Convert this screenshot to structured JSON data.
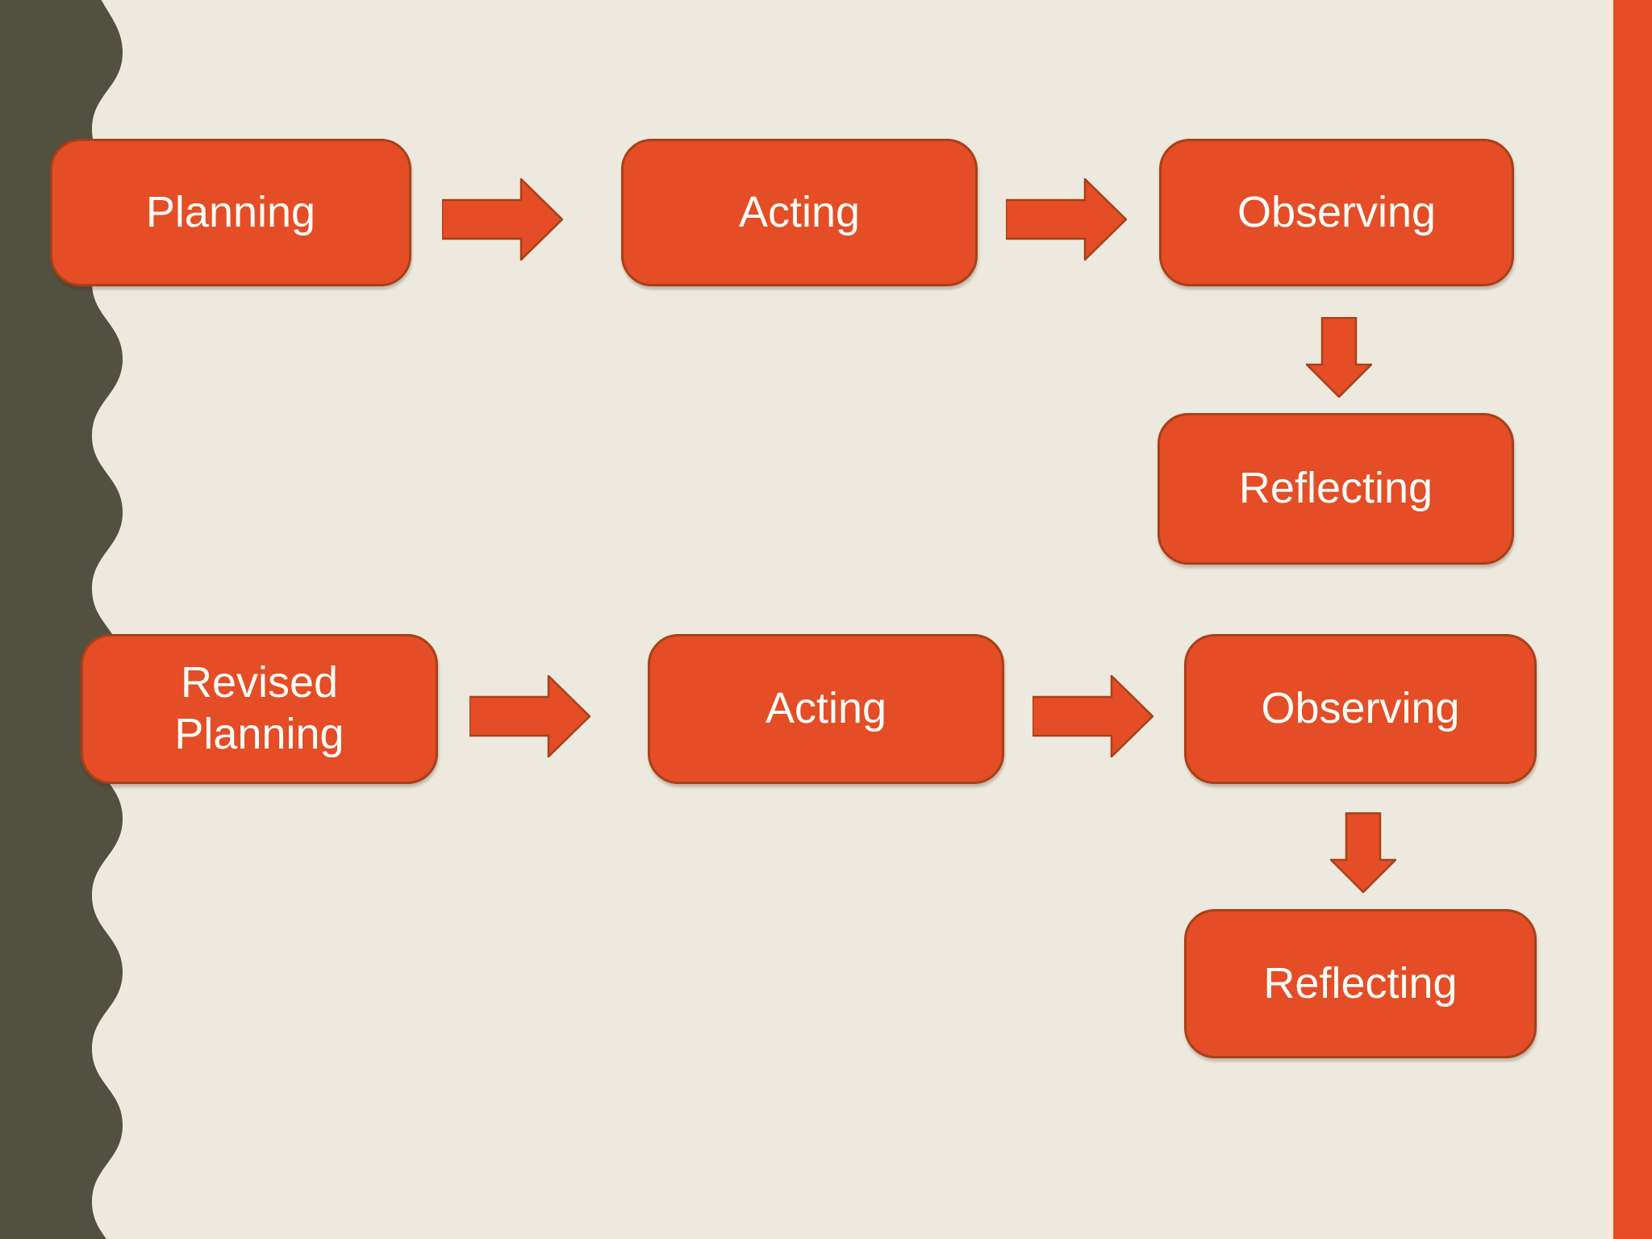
{
  "colors": {
    "background": "#EDE9DE",
    "wave": "#52503F",
    "node_fill": "#E44D26",
    "node_border": "#A84019",
    "stripe": "#E44D26",
    "stripe_edge": "#FBE8D9",
    "text": "#FEFDF8"
  },
  "cycle1": {
    "planning": "Planning",
    "acting": "Acting",
    "observing": "Observing",
    "reflecting": "Reflecting"
  },
  "cycle2": {
    "planning": "Revised\nPlanning",
    "acting": "Acting",
    "observing": "Observing",
    "reflecting": "Reflecting"
  }
}
